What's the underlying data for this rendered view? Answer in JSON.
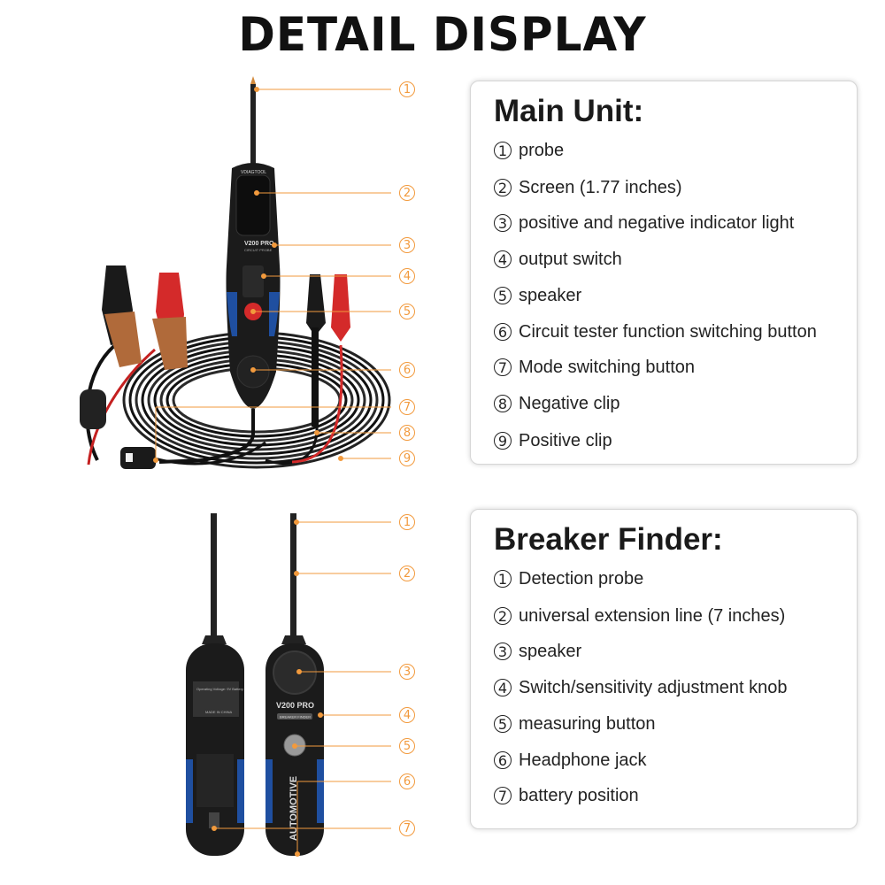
{
  "title": "DETAIL DISPLAY",
  "main_unit": {
    "heading": "Main Unit:",
    "items": [
      {
        "num": "1",
        "label": "probe"
      },
      {
        "num": "2",
        "label": "Screen (1.77 inches)"
      },
      {
        "num": "3",
        "label": "positive and negative indicator light"
      },
      {
        "num": "4",
        "label": "output switch"
      },
      {
        "num": "5",
        "label": "speaker"
      },
      {
        "num": "6",
        "label": "Circuit tester function switching button"
      },
      {
        "num": "7",
        "label": "Mode switching button"
      },
      {
        "num": "8",
        "label": "Negative clip"
      },
      {
        "num": "9",
        "label": "Positive clip"
      }
    ]
  },
  "breaker_finder": {
    "heading": "Breaker Finder:",
    "items": [
      {
        "num": "1",
        "label": "Detection probe"
      },
      {
        "num": "2",
        "label": "universal extension line (7 inches)"
      },
      {
        "num": "3",
        "label": "speaker"
      },
      {
        "num": "4",
        "label": "Switch/sensitivity adjustment knob"
      },
      {
        "num": "5",
        "label": "measuring button"
      },
      {
        "num": "6",
        "label": "Headphone jack"
      },
      {
        "num": "7",
        "label": "battery position"
      }
    ]
  },
  "device_text": {
    "brand": "VDIAGTOOL",
    "model": "V200 PRO",
    "main_sub": "CIRCUIT PROBE",
    "breaker_sub": "BREAKER FINDER",
    "side_text": "AUTOMOTIVE",
    "back_label": "Operating Voltage: 9V Battery",
    "made_in": "MADE IN CHINA"
  },
  "colors": {
    "accent": "#f29a3d",
    "device_body": "#1b1b1b",
    "grip_blue": "#1f4fa0",
    "clip_red": "#d42a2a",
    "clip_copper": "#b06a3a"
  }
}
